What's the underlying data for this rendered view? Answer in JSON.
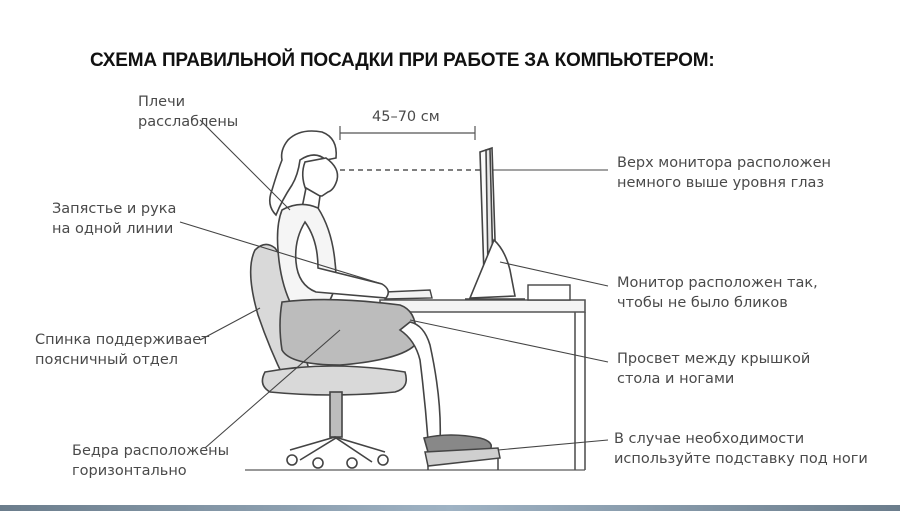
{
  "title": "СХЕМА ПРАВИЛЬНОЙ ПОСАДКИ ПРИ РАБОТЕ ЗА КОМПЬЮТЕРОМ:",
  "distance_label": "45–70 см",
  "labels": {
    "shoulders": [
      "Плечи",
      "расслаблены"
    ],
    "wrist": [
      "Запястье и рука",
      "на одной линии"
    ],
    "back": [
      "Спинка поддерживает",
      "поясничный отдел"
    ],
    "hips": [
      "Бедра расположены",
      "горизонтально"
    ],
    "monitor_top": [
      "Верх монитора расположен",
      "немного выше уровня глаз"
    ],
    "monitor_glare": [
      "Монитор расположен так,",
      "чтобы не было бликов"
    ],
    "gap": [
      "Просвет между крышкой",
      "стола и ногами"
    ],
    "footrest": [
      "В случае необходимости",
      "используйте подставку под ноги"
    ]
  }
}
